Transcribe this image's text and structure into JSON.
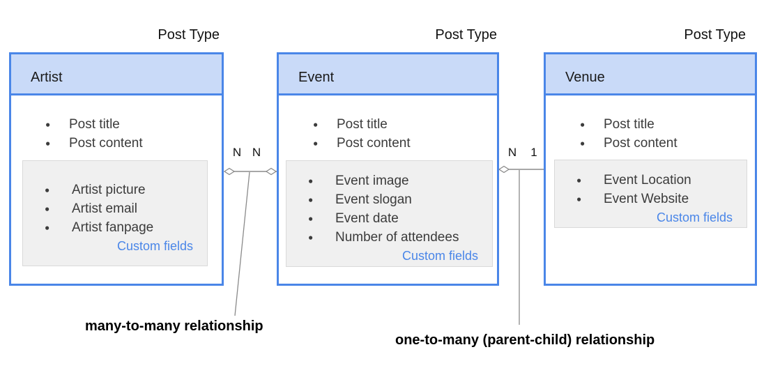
{
  "diagram": {
    "post_type_label": "Post Type",
    "entities": [
      {
        "title": "Artist",
        "default_fields": [
          "Post title",
          "Post content"
        ],
        "custom_fields": [
          "Artist picture",
          "Artist email",
          "Artist fanpage"
        ],
        "custom_fields_label": "Custom fields"
      },
      {
        "title": "Event",
        "default_fields": [
          "Post title",
          "Post content"
        ],
        "custom_fields": [
          "Event image",
          "Event slogan",
          "Event date",
          "Number of attendees"
        ],
        "custom_fields_label": "Custom fields"
      },
      {
        "title": "Venue",
        "default_fields": [
          "Post title",
          "Post content"
        ],
        "custom_fields": [
          "Event Location",
          "Event Website"
        ],
        "custom_fields_label": "Custom fields"
      }
    ],
    "relationships": [
      {
        "left_cardinality": "N",
        "right_cardinality": "N",
        "label": "many-to-many relationship"
      },
      {
        "left_cardinality": "N",
        "right_cardinality": "1",
        "label": "one-to-many (parent-child) relationship"
      }
    ],
    "colors": {
      "box_border": "#4a86e8",
      "header_fill": "#c9daf8",
      "panel_fill": "#f0f0f0",
      "panel_border": "#d9d9d9",
      "link_text": "#4a86e8",
      "connector_line": "#8a8a8a",
      "body_text": "#3b3b3b",
      "label_text": "#000000"
    }
  }
}
